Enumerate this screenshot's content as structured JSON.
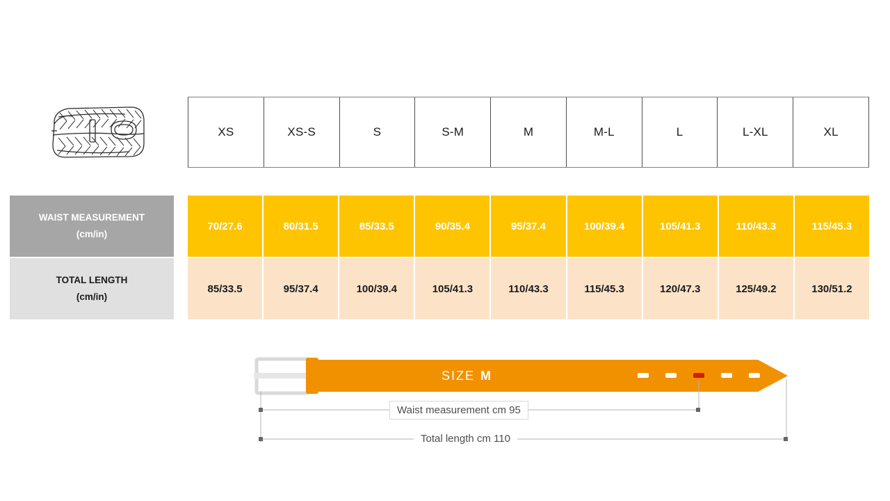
{
  "product": {
    "icon_name": "braided-belt-illustration"
  },
  "table": {
    "size_headers": [
      "XS",
      "XS-S",
      "S",
      "S-M",
      "M",
      "M-L",
      "L",
      "L-XL",
      "XL"
    ],
    "rows": [
      {
        "label": "WAIST MEASUREMENT",
        "unit": "(cm/in)",
        "values": [
          "70/27.6",
          "80/31.5",
          "85/33.5",
          "90/35.4",
          "95/37.4",
          "100/39.4",
          "105/41.3",
          "110/43.3",
          "115/45.3"
        ]
      },
      {
        "label": "TOTAL LENGTH",
        "unit": "(cm/in)",
        "values": [
          "85/33.5",
          "95/37.4",
          "100/39.4",
          "105/41.3",
          "110/43.3",
          "115/45.3",
          "120/47.3",
          "125/49.2",
          "130/51.2"
        ]
      }
    ]
  },
  "diagram": {
    "size_prefix": "SIZE",
    "size_value": "M",
    "waist_dimension": "Waist measurement cm 95",
    "total_dimension": "Total length cm 110",
    "holes_total": 5,
    "highlighted_hole_index": 2
  },
  "colors": {
    "waist_row_bg": "#ffc400",
    "length_row_bg": "#fce3c8",
    "waist_label_bg": "#a6a6a6",
    "length_label_bg": "#e0e0e0",
    "belt_orange": "#f29100",
    "highlight_hole": "#d41e10",
    "buckle_gray": "#d9d9d9",
    "dimension_line": "#b3b3b3"
  }
}
